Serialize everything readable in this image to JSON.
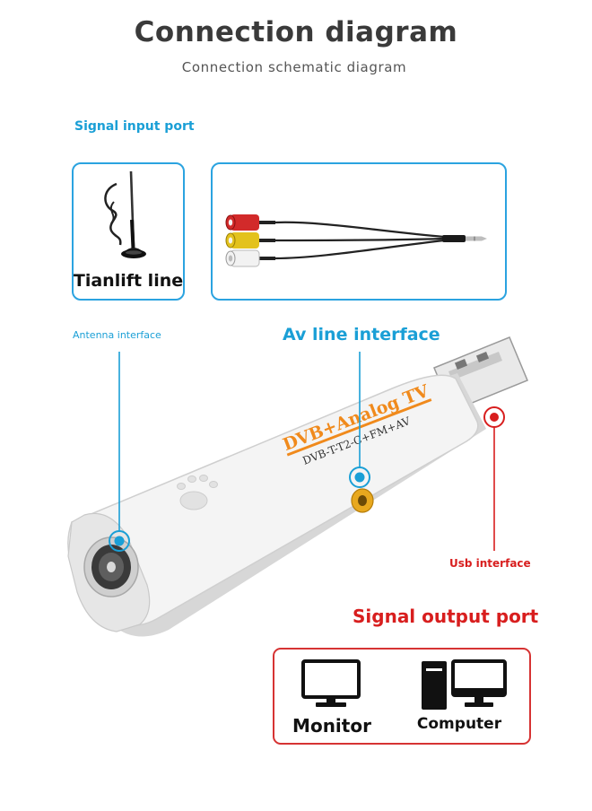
{
  "header": {
    "title": "Connection diagram",
    "subtitle": "Connection schematic diagram"
  },
  "input": {
    "section_label": "Signal input port",
    "antenna_caption": "Tianlift line"
  },
  "device": {
    "brand_text": "DVB+Analog TV",
    "model_text": "DVB-T-T2-C+FM+AV",
    "callouts": {
      "antenna": "Antenna interface",
      "av": "Av line interface",
      "usb": "Usb interface"
    }
  },
  "output": {
    "section_label": "Signal output port",
    "monitor_label": "Monitor",
    "computer_label": "Computer"
  },
  "colors": {
    "callout_blue": "#1a9fd6",
    "output_red": "#d81e1e",
    "brand_orange": "#f08a1c"
  },
  "icons": [
    "telescopic-antenna-icon",
    "rca-av-cable-icon",
    "usb-tv-stick-icon",
    "monitor-icon",
    "computer-icon"
  ]
}
